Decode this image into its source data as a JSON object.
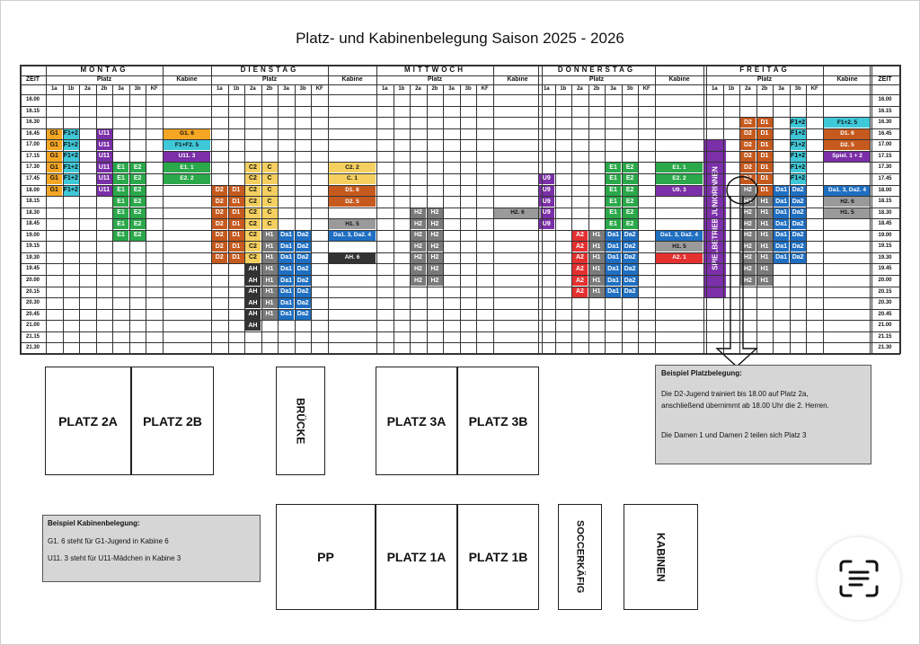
{
  "title": "Platz- und Kabinenbelegung Saison 2025 - 2026",
  "colors": {
    "G": "#f5a623",
    "F": "#3fc8d8",
    "U": "#7b2fa8",
    "E": "#2aa84a",
    "C": "#f5d060",
    "D": "#c65a1e",
    "A": "#e53030",
    "H": "#7a7a7a",
    "AH": "#333333",
    "Da": "#1f6fc2",
    "grey": "#9a9a9a"
  },
  "header": {
    "zeit": "ZEIT",
    "platz": "Platz",
    "kabine": "Kabine",
    "sub": [
      "1a",
      "1b",
      "2a",
      "2b",
      "3a",
      "3b",
      "KF"
    ],
    "days": [
      "MONTAG",
      "DIENSTAG",
      "MITTWOCH",
      "DONNERSTAG",
      "FREITAG"
    ]
  },
  "times": [
    "16.00",
    "16.15",
    "16.30",
    "16.45",
    "17.00",
    "17.15",
    "17.30",
    "17.45",
    "18.00",
    "18.15",
    "18.30",
    "18.45",
    "19.00",
    "19.15",
    "19.30",
    "19.45",
    "20.00",
    "20.15",
    "20.30",
    "20.45",
    "21.00",
    "21.15",
    "21.30"
  ],
  "cells": [
    {
      "day": 0,
      "col": 0,
      "from": 3,
      "to": 9,
      "text": "G1",
      "c": "G"
    },
    {
      "day": 0,
      "col": 1,
      "from": 3,
      "to": 9,
      "text": "F1+2",
      "c": "F"
    },
    {
      "day": 0,
      "col": 3,
      "from": 3,
      "to": 9,
      "text": "U11",
      "c": "U"
    },
    {
      "day": 0,
      "col": 4,
      "from": 6,
      "to": 13,
      "text": "E1",
      "c": "E"
    },
    {
      "day": 0,
      "col": 5,
      "from": 6,
      "to": 13,
      "text": "E2",
      "c": "E"
    },
    {
      "day": 1,
      "col": 2,
      "from": 6,
      "to": 12,
      "text": "C2",
      "c": "C"
    },
    {
      "day": 1,
      "col": 3,
      "from": 6,
      "to": 12,
      "text": "C",
      "c": "C"
    },
    {
      "day": 1,
      "col": 0,
      "from": 8,
      "to": 15,
      "text": "D2",
      "c": "D"
    },
    {
      "day": 1,
      "col": 1,
      "from": 8,
      "to": 15,
      "text": "D1",
      "c": "D"
    },
    {
      "day": 1,
      "col": 2,
      "from": 12,
      "to": 15,
      "text": "C2",
      "c": "C"
    },
    {
      "day": 1,
      "col": 3,
      "from": 12,
      "to": 13,
      "text": "H1",
      "c": "H"
    },
    {
      "day": 1,
      "col": 3,
      "from": 13,
      "to": 20,
      "text": "H1",
      "c": "H"
    },
    {
      "day": 1,
      "col": 2,
      "from": 15,
      "to": 21,
      "text": "AH",
      "c": "AH"
    },
    {
      "day": 1,
      "col": 4,
      "from": 12,
      "to": 20,
      "text": "Da1",
      "c": "Da"
    },
    {
      "day": 1,
      "col": 5,
      "from": 12,
      "to": 20,
      "text": "Da2",
      "c": "Da"
    },
    {
      "day": 2,
      "col": 2,
      "from": 10,
      "to": 17,
      "text": "H2",
      "c": "H"
    },
    {
      "day": 2,
      "col": 3,
      "from": 10,
      "to": 17,
      "text": "H2",
      "c": "H"
    },
    {
      "day": 3,
      "col": 0,
      "from": 7,
      "to": 12,
      "text": "U9",
      "c": "U"
    },
    {
      "day": 3,
      "col": 4,
      "from": 6,
      "to": 12,
      "text": "E1",
      "c": "E"
    },
    {
      "day": 3,
      "col": 5,
      "from": 6,
      "to": 12,
      "text": "E2",
      "c": "E"
    },
    {
      "day": 3,
      "col": 2,
      "from": 12,
      "to": 18,
      "text": "A2",
      "c": "A"
    },
    {
      "day": 3,
      "col": 3,
      "from": 12,
      "to": 18,
      "text": "H1",
      "c": "H"
    },
    {
      "day": 3,
      "col": 4,
      "from": 12,
      "to": 18,
      "text": "Da1",
      "c": "Da"
    },
    {
      "day": 3,
      "col": 5,
      "from": 12,
      "to": 18,
      "text": "Da2",
      "c": "Da"
    },
    {
      "day": 4,
      "col": 2,
      "from": 2,
      "to": 9,
      "text": "D2",
      "c": "D"
    },
    {
      "day": 4,
      "col": 3,
      "from": 2,
      "to": 9,
      "text": "D1",
      "c": "D"
    },
    {
      "day": 4,
      "col": 5,
      "from": 2,
      "to": 9,
      "text": "F1+2",
      "c": "F"
    },
    {
      "day": 4,
      "col": 2,
      "from": 8,
      "to": 17,
      "text": "H2",
      "c": "H"
    },
    {
      "day": 4,
      "col": 3,
      "from": 9,
      "to": 17,
      "text": "H1",
      "c": "H"
    },
    {
      "day": 4,
      "col": 4,
      "from": 8,
      "to": 15,
      "text": "Da1",
      "c": "Da"
    },
    {
      "day": 4,
      "col": 5,
      "from": 8,
      "to": 15,
      "text": "Da2",
      "c": "Da"
    }
  ],
  "kabinen": [
    {
      "day": 0,
      "row": 3,
      "text": "G1. 6",
      "c": "G"
    },
    {
      "day": 0,
      "row": 4,
      "text": "F1+F2. 5",
      "c": "F"
    },
    {
      "day": 0,
      "row": 5,
      "text": "U11. 3",
      "c": "U"
    },
    {
      "day": 0,
      "row": 6,
      "text": "E1. 1",
      "c": "E"
    },
    {
      "day": 0,
      "row": 7,
      "text": "E2. 2",
      "c": "E"
    },
    {
      "day": 1,
      "row": 6,
      "text": "C2. 2",
      "c": "C"
    },
    {
      "day": 1,
      "row": 7,
      "text": "C. 1",
      "c": "C"
    },
    {
      "day": 1,
      "row": 8,
      "text": "D1. 6",
      "c": "D"
    },
    {
      "day": 1,
      "row": 9,
      "text": "D2. 5",
      "c": "D"
    },
    {
      "day": 1,
      "row": 11,
      "text": "H1. 5",
      "c": "grey"
    },
    {
      "day": 1,
      "row": 12,
      "text": "Da1. 3, Da2. 4",
      "c": "Da"
    },
    {
      "day": 1,
      "row": 14,
      "text": "AH. 6",
      "c": "AH"
    },
    {
      "day": 2,
      "row": 10,
      "text": "H2. 6",
      "c": "grey"
    },
    {
      "day": 3,
      "row": 6,
      "text": "E1. 1",
      "c": "E"
    },
    {
      "day": 3,
      "row": 7,
      "text": "E2. 2",
      "c": "E"
    },
    {
      "day": 3,
      "row": 8,
      "text": "U9. 3",
      "c": "U"
    },
    {
      "day": 3,
      "row": 12,
      "text": "Da1. 3, Da2. 4",
      "c": "Da"
    },
    {
      "day": 3,
      "row": 13,
      "text": "H1. 5",
      "c": "grey"
    },
    {
      "day": 3,
      "row": 14,
      "text": "A2. 1",
      "c": "A"
    },
    {
      "day": 4,
      "row": 2,
      "text": "F1+2. 5",
      "c": "F"
    },
    {
      "day": 4,
      "row": 3,
      "text": "D1. 6",
      "c": "D"
    },
    {
      "day": 4,
      "row": 4,
      "text": "D2. 5",
      "c": "D"
    },
    {
      "day": 4,
      "row": 5,
      "text": "Spiel. 1 + 2",
      "c": "U"
    },
    {
      "day": 4,
      "row": 8,
      "text": "Da1. 3, Da2. 4",
      "c": "Da"
    },
    {
      "day": 4,
      "row": 9,
      "text": "H2. 6",
      "c": "grey"
    },
    {
      "day": 4,
      "row": 10,
      "text": "H1. 5",
      "c": "grey"
    }
  ],
  "spielbetrieb": "SPIELBETRIEB JUNIORINNEN",
  "fields": {
    "platz2a": "PLATZ 2A",
    "platz2b": "PLATZ 2B",
    "bruecke": "BRÜCKE",
    "platz3a": "PLATZ 3A",
    "platz3b": "PLATZ 3B",
    "pp": "PP",
    "platz1a": "PLATZ 1A",
    "platz1b": "PLATZ 1B",
    "soccer": "SOCCERKÄFIG",
    "kabinen": "KABINEN"
  },
  "note_platz": {
    "title": "Beispiel Platzbelegung:",
    "line1": "Die D2-Jugend trainiert bis 18.00 auf Platz 2a,",
    "line2": "anschließend übernimmt ab 18.00 Uhr die 2. Herren.",
    "line3": "Die Damen 1 und Damen 2 teilen sich Platz 3"
  },
  "note_kabine": {
    "title": "Beispiel Kabinenbelegung:",
    "line1": "G1. 6 steht für G1-Jugend in Kabine 6",
    "line2": "U11. 3 steht für U11-Mädchen in Kabine 3"
  }
}
